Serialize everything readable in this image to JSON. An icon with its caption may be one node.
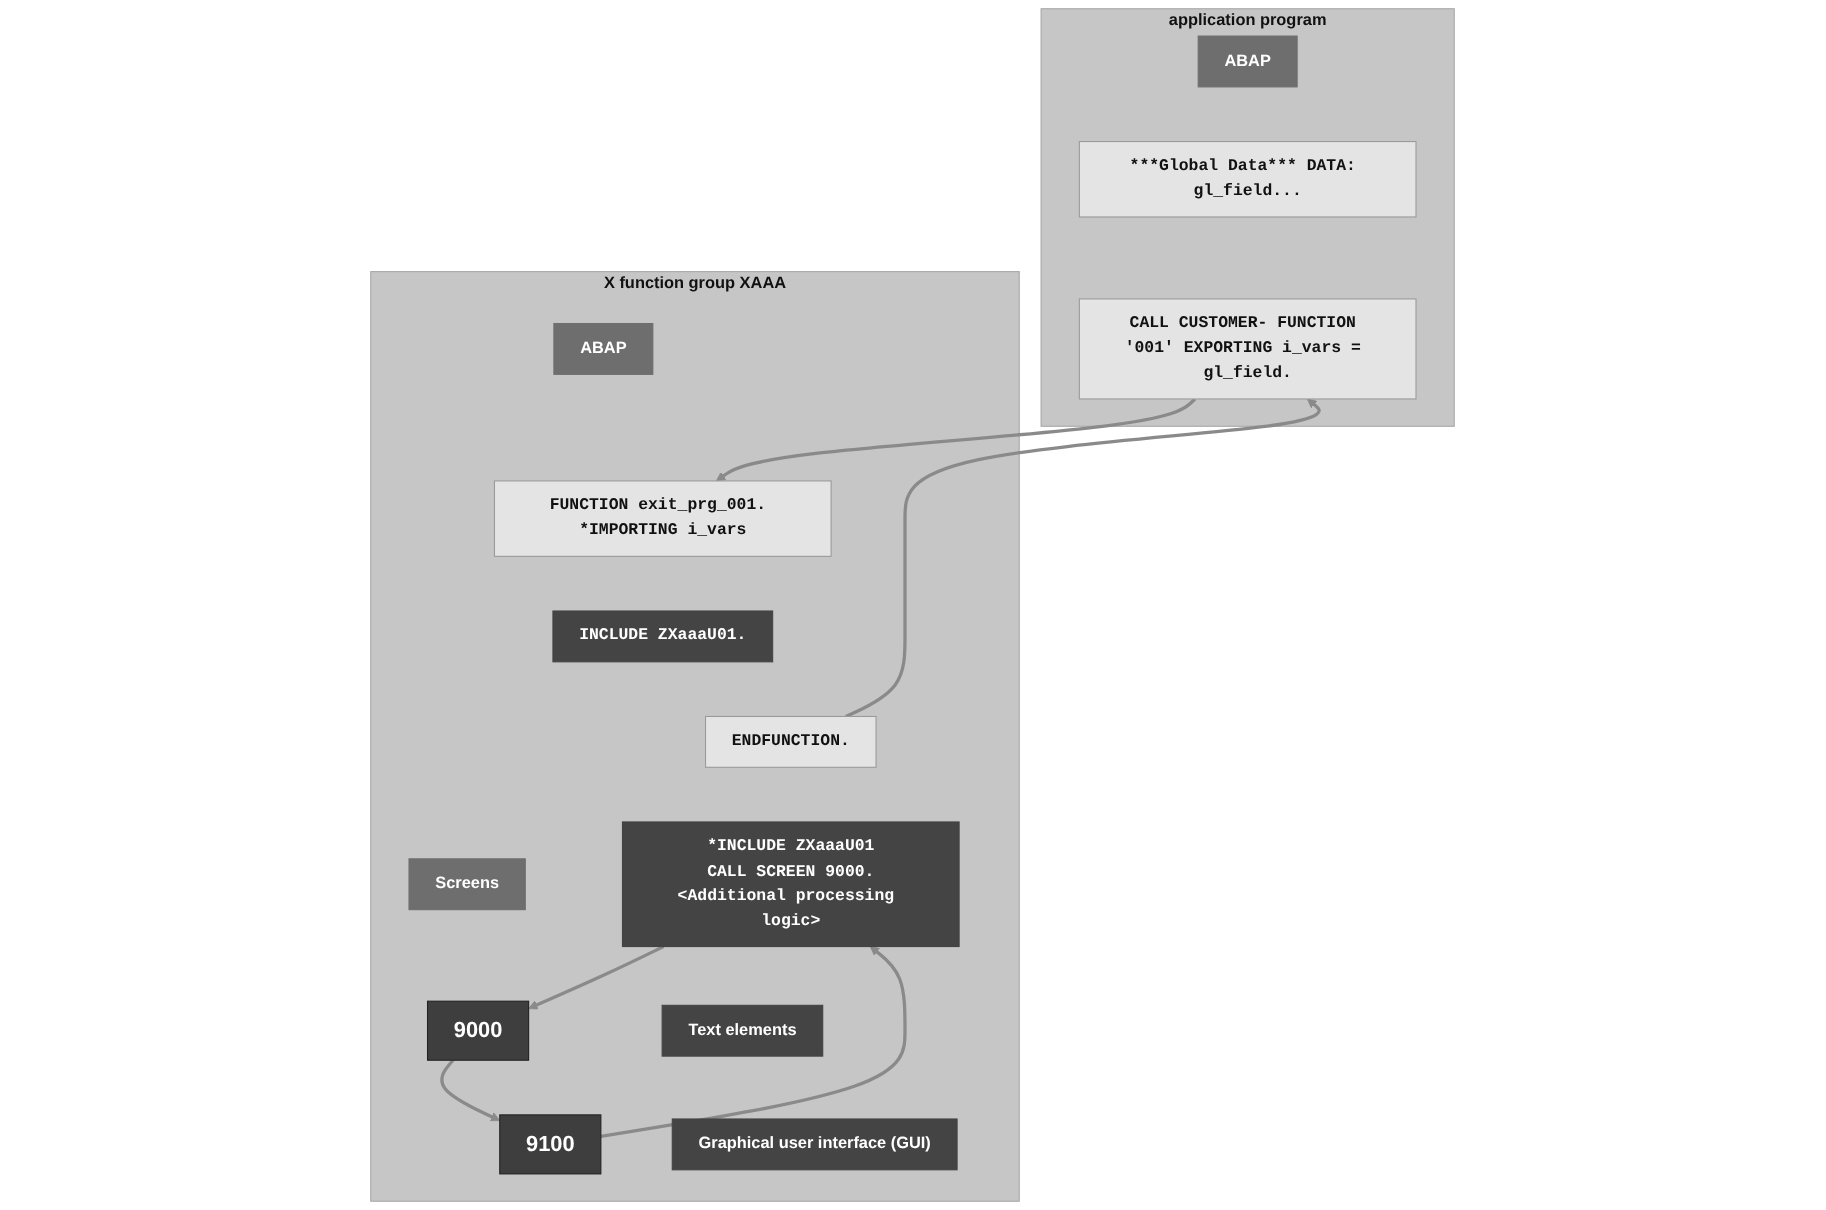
{
  "diagram": {
    "nodes": [
      {
        "text": [
          "application program"
        ]
      },
      {
        "text": [
          "ABAP"
        ],
        "in": 0
      },
      {
        "text": [
          "***Global Data*** DATA: gl_field..."
        ],
        "in": 0
      },
      {
        "text": [
          "CALL CUSTOMER- FUNCTION '001' EXPORTING i_vars = gl_field."
        ],
        "in": 0
      },
      {
        "text": [
          "X function group XAAA"
        ]
      },
      {
        "text": [
          "ABAP"
        ],
        "in": 4
      },
      {
        "text": [
          "Screens"
        ],
        "in": 4
      },
      {
        "text": [
          "FUNCTION exit_prg_001. *IMPORTING i_vars"
        ],
        "in": 4
      },
      {
        "text": [
          "INCLUDE ZXaaaU01."
        ],
        "in": 4
      },
      {
        "text": [
          "ENDFUNCTION."
        ],
        "in": 4
      },
      {
        "text": [
          "*INCLUDE ZXaaaU01",
          "CALL SCREEN 9000.",
          "<Additional processing logic>"
        ],
        "in": 4
      },
      {
        "text": [
          "Text elements"
        ],
        "in": 4
      },
      {
        "text": [
          "Graphical user interface (GUI)"
        ],
        "in": 4
      },
      {
        "text": [
          "9000"
        ],
        "in": 4
      },
      {
        "text": [
          "9100"
        ],
        "in": 4
      }
    ],
    "edges": [
      {
        "from": 3,
        "to": 7,
        "arrow": "to"
      },
      {
        "from": 9,
        "to": 3,
        "arrow": "to"
      },
      {
        "from": 10,
        "to": 13,
        "arrow": "to"
      },
      {
        "from": 13,
        "to": 14,
        "arrow": "to"
      },
      {
        "from": 14,
        "to": 10,
        "arrow": "to"
      }
    ]
  }
}
